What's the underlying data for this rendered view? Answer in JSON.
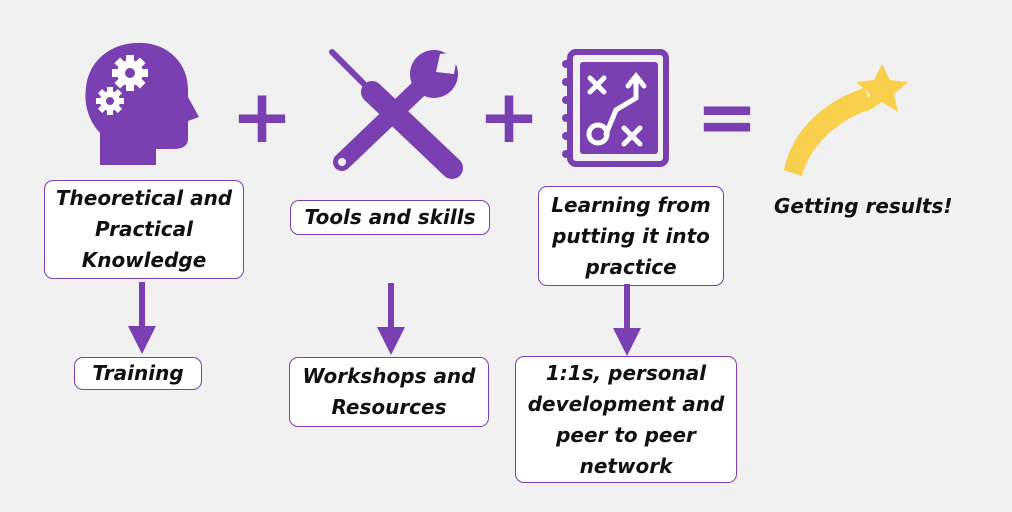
{
  "colors": {
    "accent": "#7a3fb0",
    "background": "#f1f1f1",
    "star": "#f9d04c",
    "tail": "#f9d04c"
  },
  "icons": {
    "head": "head-with-gears-icon",
    "tools": "crossed-screwdriver-wrench-icon",
    "strategy": "strategy-notebook-icon",
    "result": "shooting-star-icon"
  },
  "operators": {
    "plus1": "+",
    "plus2": "+",
    "equals": "="
  },
  "nodes": {
    "knowledge": {
      "label": "Theoretical and Practical Knowledge"
    },
    "tools": {
      "label": "Tools and skills"
    },
    "learning": {
      "label": "Learning from putting it into practice"
    },
    "result": {
      "label": "Getting results!"
    }
  },
  "outcomes": {
    "training": {
      "label": "Training"
    },
    "workshops": {
      "label": "Workshops and Resources"
    },
    "network": {
      "label": "1:1s, personal development  and peer to peer network"
    }
  }
}
